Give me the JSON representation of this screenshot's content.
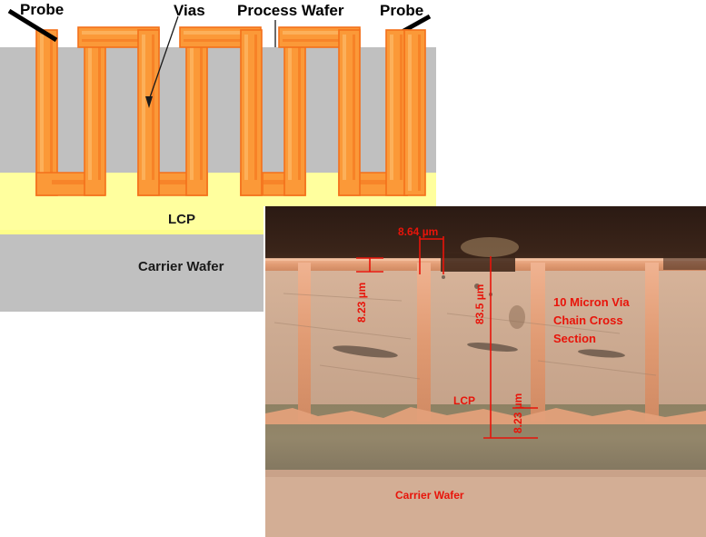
{
  "figure": {
    "kind": "cross-section-schematic-with-micrograph"
  },
  "schematic": {
    "callouts": [
      {
        "id": "probe-left",
        "label": "Probe"
      },
      {
        "id": "vias",
        "label": "Vias"
      },
      {
        "id": "process-wafer",
        "label": "Process Wafer"
      },
      {
        "id": "probe-right",
        "label": "Probe"
      }
    ],
    "layers": [
      {
        "id": "process-wafer-layer",
        "label": "",
        "color": "#c0c0c0"
      },
      {
        "id": "lcp-layer",
        "label": "LCP",
        "color": "#ffff9e"
      },
      {
        "id": "carrier-wafer-layer",
        "label": "Carrier Wafer",
        "color": "#c0c0c0"
      }
    ],
    "colors": {
      "wafer_gray": "#c0c0c0",
      "lcp_yellow": "#ffff9e",
      "copper_fill": "#fb9938",
      "copper_stroke": "#f4701a",
      "copper_light": "#fcb05a",
      "callout_black": "#000000"
    }
  },
  "micrograph": {
    "annotations": [
      {
        "id": "top-copper-thickness",
        "label": "8.23 µm",
        "orientation": "vertical"
      },
      {
        "id": "via-top-width",
        "label": "8.64 µm",
        "orientation": "horizontal"
      },
      {
        "id": "stack-height",
        "label": "83.5 µm",
        "orientation": "vertical"
      },
      {
        "id": "lcp-thickness",
        "label": "8.23 µm",
        "orientation": "vertical"
      }
    ],
    "caption": {
      "id": "via-chain-caption",
      "lines": [
        "10 Micron Via",
        "Chain Cross",
        "Section"
      ]
    },
    "layer_labels": [
      {
        "id": "lcp-label",
        "label": "LCP"
      },
      {
        "id": "carrier-wafer-label",
        "label": "Carrier Wafer"
      }
    ],
    "colors": {
      "annotation_red": "#e8140a",
      "dark_background": "#33211a",
      "copper": "#e8a078",
      "process_wafer": "#d6b49c",
      "lcp_layer": "#8a7f63",
      "carrier_wafer": "#d9b69c"
    }
  }
}
